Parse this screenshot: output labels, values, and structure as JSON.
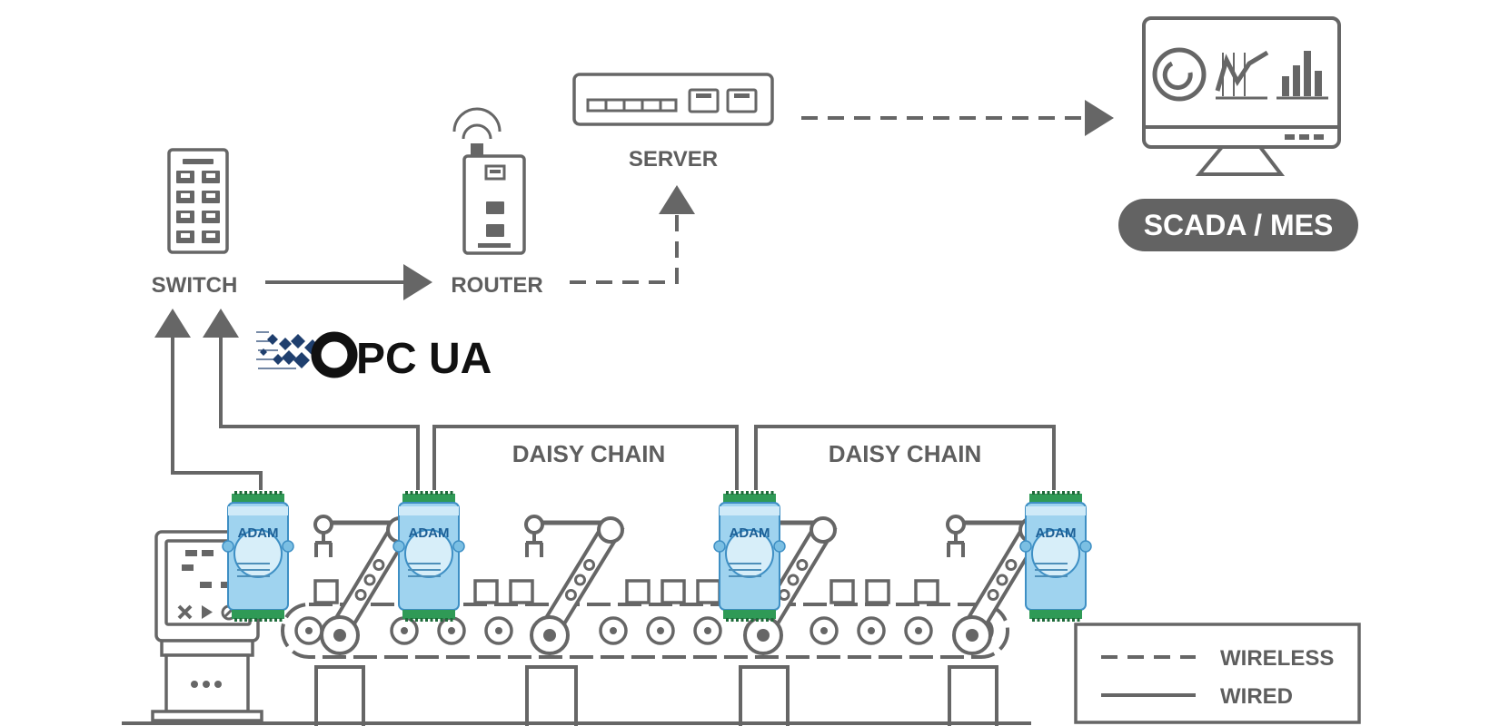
{
  "labels": {
    "switch": "SWITCH",
    "router": "ROUTER",
    "server": "SERVER",
    "scada": "SCADA / MES",
    "daisy_chain_1": "DAISY CHAIN",
    "daisy_chain_2": "DAISY CHAIN",
    "opc_ua": "PC UA"
  },
  "legend": {
    "wireless": "WIRELESS",
    "wired": "WIRED"
  },
  "module_brand": "ADAM",
  "colors": {
    "line": "#666666",
    "text": "#5e5e5e",
    "module_body": "#9fd3ef",
    "module_dark": "#3e8fc4",
    "terminal": "#2f9a56",
    "scada_pill": "#636363"
  },
  "icons": [
    "switch-icon",
    "router-icon",
    "wifi-icon",
    "server-icon",
    "monitor-icon",
    "hmi-terminal-icon",
    "robot-arm-icon",
    "conveyor-icon",
    "opc-ua-logo"
  ]
}
